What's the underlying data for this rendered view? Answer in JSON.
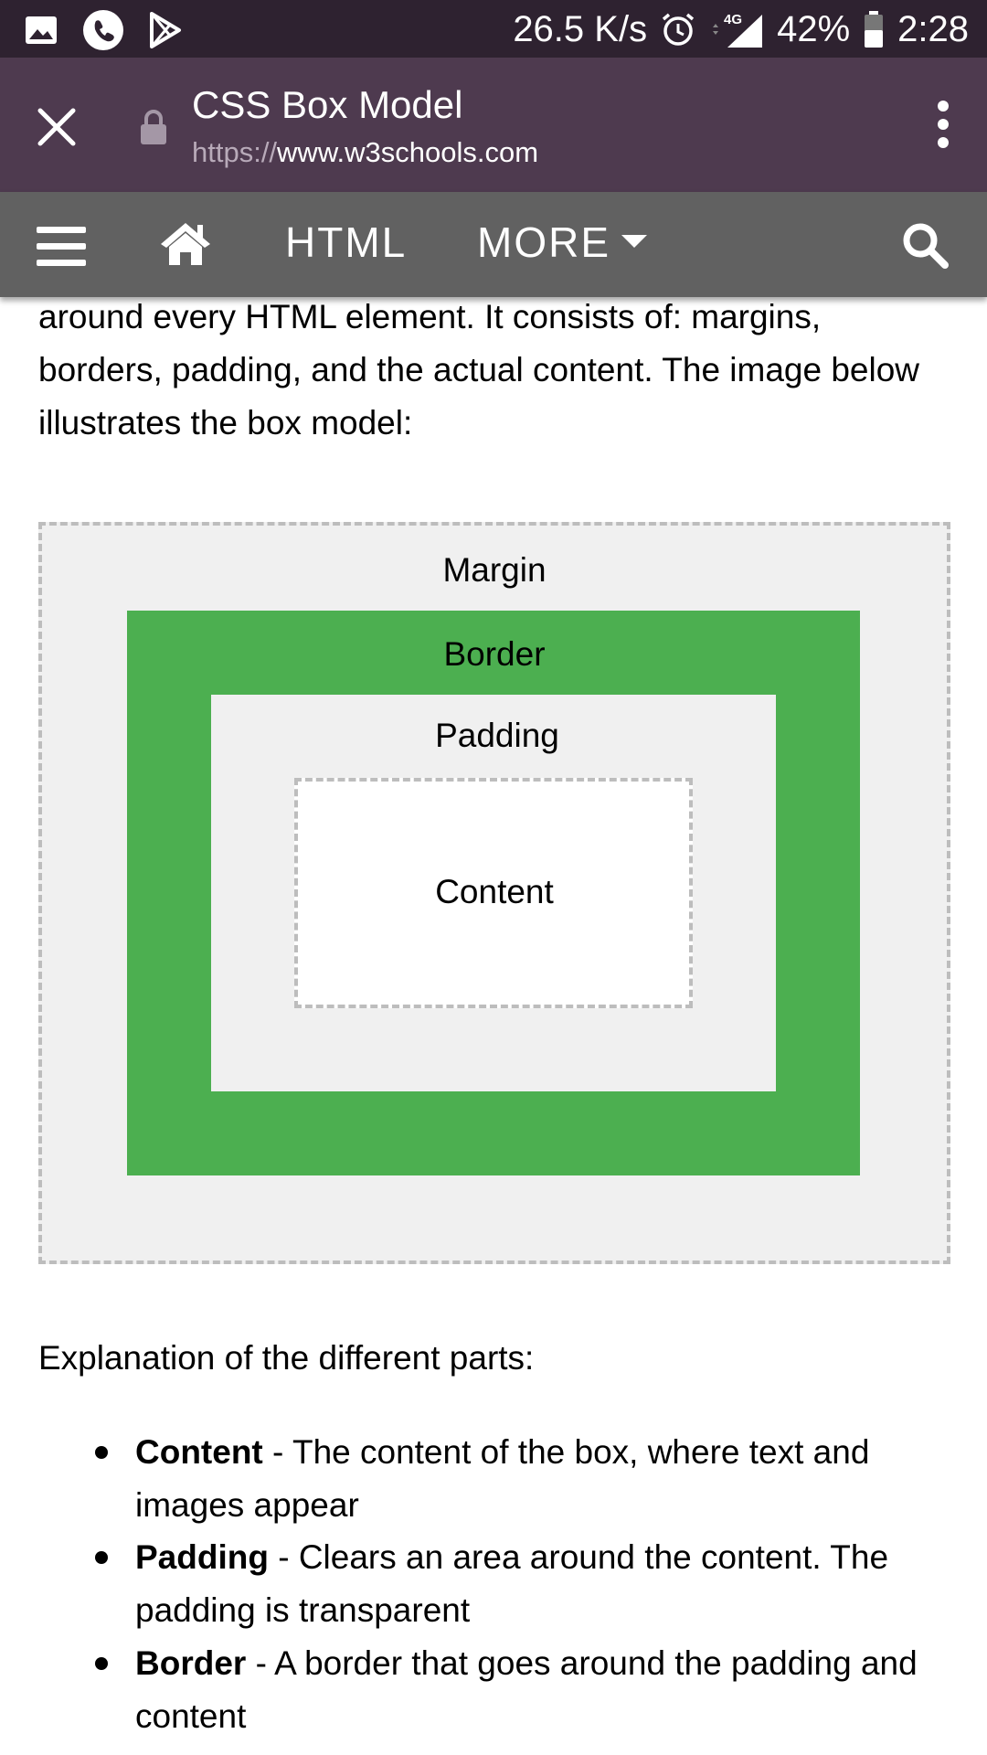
{
  "status_bar": {
    "network_speed": "26.5 K/s",
    "signal_label": "4G",
    "battery_percent": "42%",
    "time": "2:28"
  },
  "browser": {
    "page_title": "CSS Box Model",
    "url_scheme": "https://",
    "url_host": "www.w3schools.com"
  },
  "navbar": {
    "html_label": "HTML",
    "more_label": "MORE"
  },
  "content": {
    "intro": "around every HTML element. It consists of: margins, borders, padding, and the actual content. The image below illustrates the box model:",
    "box_model": {
      "margin_label": "Margin",
      "border_label": "Border",
      "padding_label": "Padding",
      "content_label": "Content",
      "colors": {
        "margin": "#f0f0f0",
        "border": "#4caf50",
        "padding": "#f0f0f0",
        "content": "#ffffff",
        "dash": "#bdbdbd"
      }
    },
    "explanation_heading": "Explanation of the different parts:",
    "parts": [
      {
        "term": "Content",
        "desc": " - The content of the box, where text and images appear"
      },
      {
        "term": "Padding",
        "desc": " - Clears an area around the content. The padding is transparent"
      },
      {
        "term": "Border",
        "desc": " - A border that goes around the padding and content"
      }
    ]
  },
  "colors": {
    "status_bar_bg": "#2e2230",
    "chrome_bg": "#4e3a4f",
    "navbar_bg": "#616161"
  }
}
